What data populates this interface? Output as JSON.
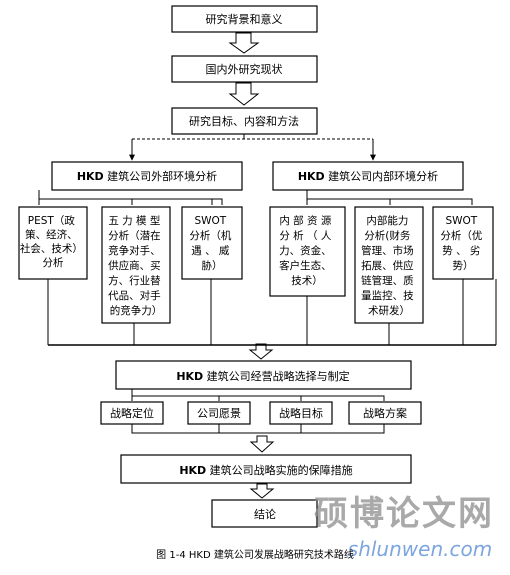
{
  "flowchart": {
    "step1": "研究背景和意义",
    "step2": "国内外研究现状",
    "step3": "研究目标、内容和方法",
    "external": {
      "title_bold": "HKD",
      "title_rest": " 建筑公司外部环境分析",
      "pest": [
        "PEST（政",
        "策、经济、",
        "社会、技术）",
        "分析"
      ],
      "five_forces": [
        "五 力 模 型",
        "分析（潜在",
        "竞争对手、",
        "供应商、买",
        "方、行业替",
        "代品、对手",
        "的竞争力）"
      ],
      "swot": [
        "SWOT",
        "分析（机",
        "遇 、 威",
        "胁）"
      ]
    },
    "internal": {
      "title_bold": "HKD",
      "title_rest": " 建筑公司内部环境分析",
      "resources": [
        "内 部 资 源",
        "分 析 （ 人",
        "力、资金、",
        "客户生态、",
        "技术）"
      ],
      "capabilities": [
        "内部能力",
        "分析(财务",
        "管理、市场",
        "拓展、供应",
        "链管理、质",
        "量监控、技",
        "术研发）"
      ],
      "swot": [
        "SWOT",
        "分析（优",
        "势 、 劣",
        "势）"
      ]
    },
    "strategy": {
      "title_bold": "HKD",
      "title_rest": " 建筑公司经营战略选择与制定",
      "items": [
        "战略定位",
        "公司愿景",
        "战略目标",
        "战略方案"
      ]
    },
    "safeguard": {
      "title_bold": "HKD",
      "title_rest": " 建筑公司战略实施的保障措施"
    },
    "conclusion": "结论"
  },
  "caption": "图 1-4    HKD 建筑公司发展战略研究技术路线",
  "watermark": {
    "chars": "硕博论文网",
    "url": "shlunwen.com"
  }
}
